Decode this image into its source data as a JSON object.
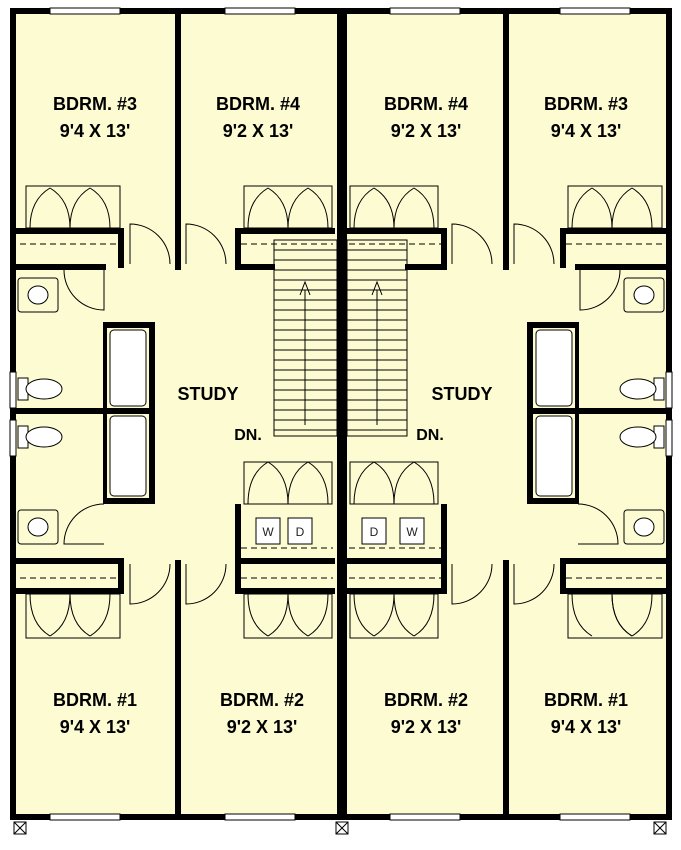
{
  "colors": {
    "floor": "#fcfbd2",
    "wall": "#000000",
    "background": "#ffffff"
  },
  "rooms": {
    "left": {
      "bdrm3": {
        "name": "BDRM. #3",
        "size": "9'4 X 13'"
      },
      "bdrm4": {
        "name": "BDRM. #4",
        "size": "9'2 X 13'"
      },
      "bdrm1": {
        "name": "BDRM. #1",
        "size": "9'4 X 13'"
      },
      "bdrm2": {
        "name": "BDRM. #2",
        "size": "9'2 X 13'"
      },
      "study": "STUDY",
      "stair": "DN.",
      "washer": "W",
      "dryer": "D"
    },
    "right": {
      "bdrm4": {
        "name": "BDRM. #4",
        "size": "9'2 X 13'"
      },
      "bdrm3": {
        "name": "BDRM. #3",
        "size": "9'4 X 13'"
      },
      "bdrm2": {
        "name": "BDRM. #2",
        "size": "9'2 X 13'"
      },
      "bdrm1": {
        "name": "BDRM. #1",
        "size": "9'4 X 13'"
      },
      "study": "STUDY",
      "stair": "DN.",
      "washer": "W",
      "dryer": "D"
    }
  }
}
